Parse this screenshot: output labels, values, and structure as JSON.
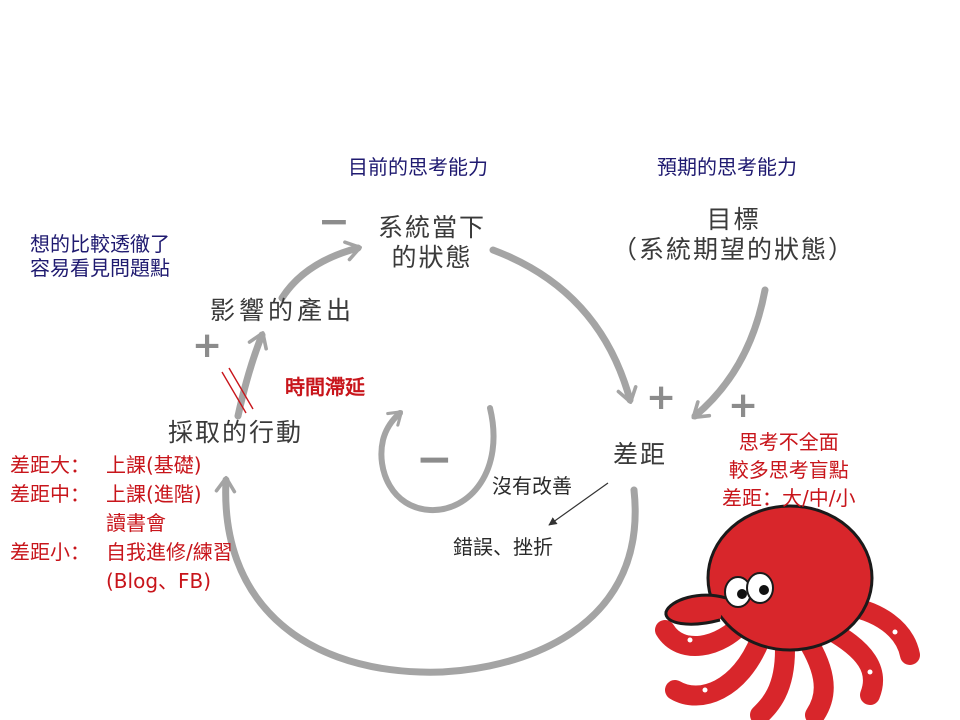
{
  "diagram": {
    "header_current": "目前的思考能力",
    "header_expected": "預期的思考能力",
    "node_current": [
      "系統當下",
      "的狀態"
    ],
    "node_goal": [
      "目標",
      "（系統期望的狀態）"
    ],
    "node_output": "影響的產出",
    "node_action": "採取的行動",
    "node_gap": "差距",
    "delay": "時間滯延",
    "no_improve": "沒有改善",
    "errors": "錯誤、挫折",
    "insight": [
      "想的比較透徹了",
      "容易看見問題點"
    ],
    "gap_actions": [
      {
        "prefix": "差距大：",
        "text": "上課(基礎)"
      },
      {
        "prefix": "差距中：",
        "text": "上課(進階)"
      },
      {
        "prefix": "",
        "text": "讀書會"
      },
      {
        "prefix": "差距小：",
        "text": "自我進修/練習"
      },
      {
        "prefix": "",
        "text": "(Blog、FB)"
      }
    ],
    "think_note": [
      "思考不全面",
      "較多思考盲點",
      "差距：大/中/小"
    ],
    "signs": {
      "minus_top": "−",
      "plus_left": "+",
      "plus_gap1": "+",
      "plus_gap2": "+",
      "loop_sign": "−"
    }
  },
  "colors": {
    "arrow": "#a4a4a4",
    "navy": "#1f1a70",
    "red": "#c8151b",
    "octopus": "#d8262b"
  }
}
